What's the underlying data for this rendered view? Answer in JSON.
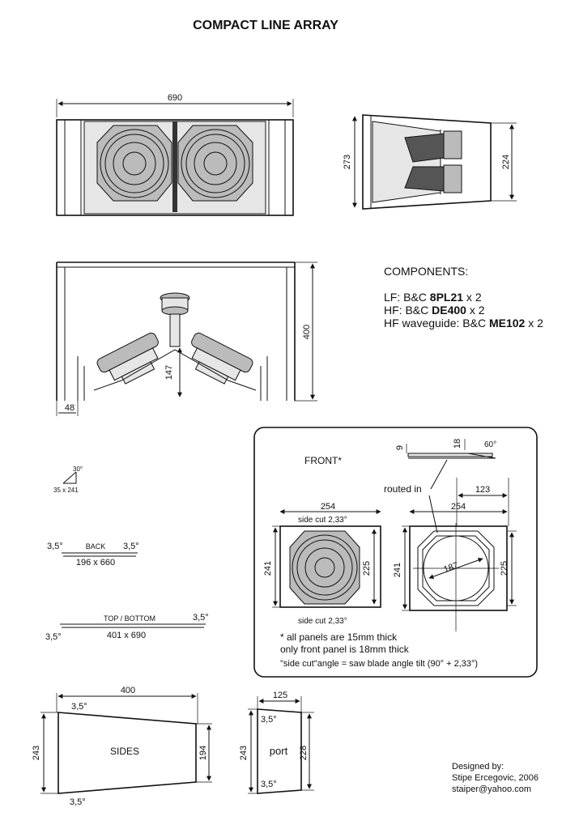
{
  "title": "COMPACT LINE ARRAY",
  "front_view": {
    "width": "690",
    "height_left": "273",
    "height_right": "224"
  },
  "top_view": {
    "depth": "400",
    "height": "147",
    "offset": "48"
  },
  "components": {
    "heading": "COMPONENTS:",
    "lf_prefix": "LF: B&C ",
    "lf_model": "8PL21",
    "lf_suffix": " x 2",
    "hf_prefix": "HF: B&C ",
    "hf_model": "DE400",
    "hf_suffix": " x 2",
    "wg_prefix": "HF waveguide: B&C ",
    "wg_model": "ME102",
    "wg_suffix": " x 2"
  },
  "brace": {
    "angle": "30°",
    "size": "35 x 241"
  },
  "back": {
    "angle_left": "3,5°",
    "angle_right": "3,5°",
    "label": "BACK",
    "size": "196 x 660"
  },
  "top_bottom": {
    "angle_left": "3,5°",
    "angle_right": "3,5°",
    "label": "TOP / BOTTOM",
    "size": "401 x 690"
  },
  "front_panel": {
    "label": "FRONT*",
    "routed_in": "routed in",
    "dim_9": "9",
    "dim_18": "18",
    "angle_60": "60°",
    "dim_123": "123",
    "width_left": "254",
    "width_right": "254",
    "height_left": "241",
    "height_right": "241",
    "inner_left": "225",
    "inner_right": "225",
    "hole_diameter": "187",
    "side_cut_top": "side cut 2,33°",
    "side_cut_bottom": "side cut 2,33°",
    "note1": "* all panels are 15mm thick",
    "note2": "only front panel is 18mm thick",
    "note3": "\"side cut\"angle = saw blade angle tilt (90° + 2,33°)"
  },
  "sides": {
    "width": "400",
    "angle_top": "3,5°",
    "angle_bottom": "3,5°",
    "height_left": "243",
    "height_right": "194",
    "label": "SIDES"
  },
  "port": {
    "width": "125",
    "angle_top": "3,5°",
    "angle_bottom": "3,5°",
    "height_left": "243",
    "height_right": "228",
    "label": "port"
  },
  "credits": {
    "line1": "Designed by:",
    "line2": "Stipe Ercegovic, 2006",
    "line3": "staiper@yahoo.com"
  }
}
